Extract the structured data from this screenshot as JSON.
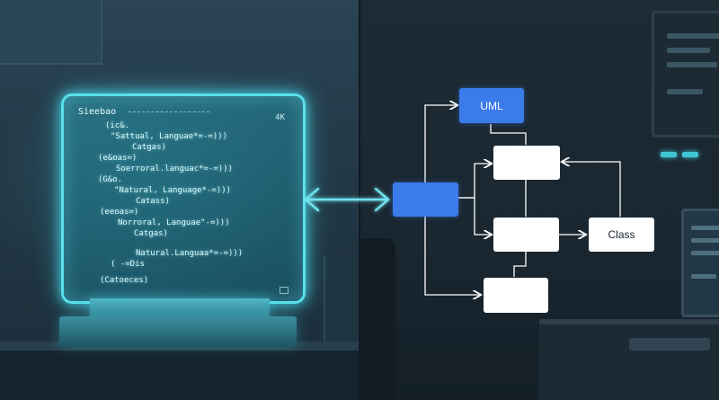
{
  "colors": {
    "holo_glow": "#5ae0ec",
    "uml_blue": "#3b7bea",
    "uml_white": "#ffffff",
    "background": "#1b2a37"
  },
  "hologram": {
    "title": "Sieebao",
    "badge": "4K",
    "code_lines": [
      "(ic&.",
      "\"Sattual, Languae*=-=)))",
      "Catgas)",
      "(e&oas=)",
      "Soerroral.languac*=-=)))",
      "(G&o.",
      "\"Natural, Language*-=)))",
      "Catass)",
      "(eeoas=)",
      "Norroral, Languae\"-=)))",
      "Catgas)",
      "Natural.Languaa*=-=)))",
      "( -=Dis",
      "(Catoeces)"
    ]
  },
  "uml": {
    "top_label": "UML",
    "class_label": "Class"
  }
}
